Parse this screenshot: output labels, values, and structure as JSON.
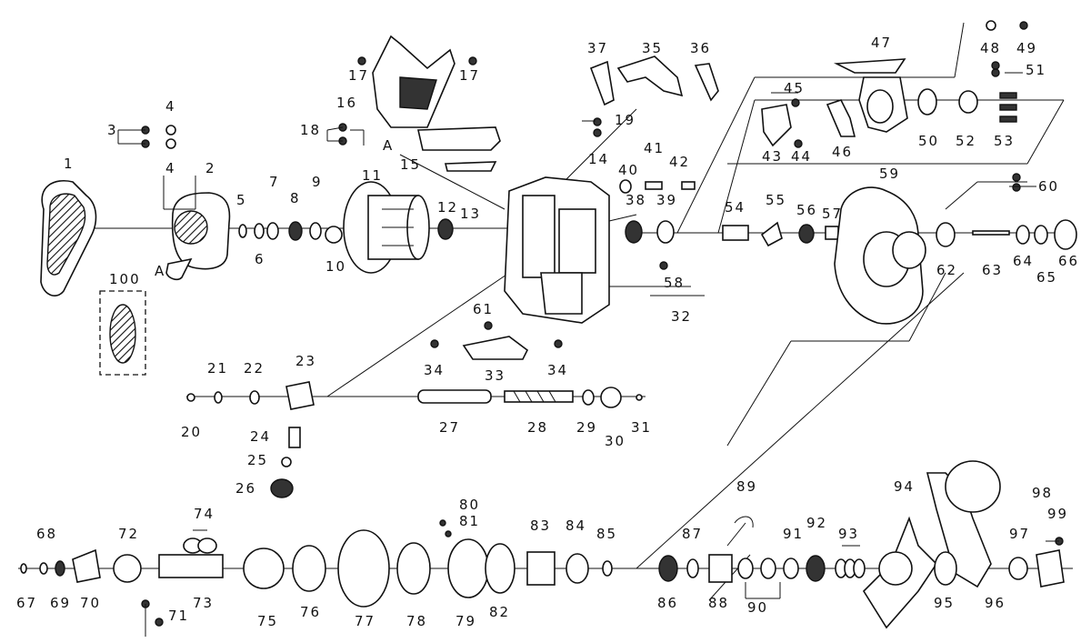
{
  "diagram": {
    "callouts": [
      {
        "id": "c1",
        "text": "1"
      },
      {
        "id": "c2",
        "text": "2"
      },
      {
        "id": "c3",
        "text": "3"
      },
      {
        "id": "c4a",
        "text": "4"
      },
      {
        "id": "c4b",
        "text": "4"
      },
      {
        "id": "c5",
        "text": "5"
      },
      {
        "id": "c6",
        "text": "6"
      },
      {
        "id": "c7",
        "text": "7"
      },
      {
        "id": "c8",
        "text": "8"
      },
      {
        "id": "c9",
        "text": "9"
      },
      {
        "id": "c10",
        "text": "10"
      },
      {
        "id": "c11",
        "text": "11"
      },
      {
        "id": "c12",
        "text": "12"
      },
      {
        "id": "c13",
        "text": "13"
      },
      {
        "id": "c14",
        "text": "14"
      },
      {
        "id": "c15",
        "text": "15"
      },
      {
        "id": "c16",
        "text": "16"
      },
      {
        "id": "c17a",
        "text": "17"
      },
      {
        "id": "c17b",
        "text": "17"
      },
      {
        "id": "c18",
        "text": "18"
      },
      {
        "id": "c19",
        "text": "19"
      },
      {
        "id": "c20",
        "text": "20"
      },
      {
        "id": "c21",
        "text": "21"
      },
      {
        "id": "c22",
        "text": "22"
      },
      {
        "id": "c23",
        "text": "23"
      },
      {
        "id": "c24",
        "text": "24"
      },
      {
        "id": "c25",
        "text": "25"
      },
      {
        "id": "c26",
        "text": "26"
      },
      {
        "id": "c27",
        "text": "27"
      },
      {
        "id": "c28",
        "text": "28"
      },
      {
        "id": "c29",
        "text": "29"
      },
      {
        "id": "c30",
        "text": "30"
      },
      {
        "id": "c31",
        "text": "31"
      },
      {
        "id": "c32",
        "text": "32"
      },
      {
        "id": "c33",
        "text": "33"
      },
      {
        "id": "c34a",
        "text": "34"
      },
      {
        "id": "c34b",
        "text": "34"
      },
      {
        "id": "c35",
        "text": "35"
      },
      {
        "id": "c36",
        "text": "36"
      },
      {
        "id": "c37",
        "text": "37"
      },
      {
        "id": "c38",
        "text": "38"
      },
      {
        "id": "c39",
        "text": "39"
      },
      {
        "id": "c40",
        "text": "40"
      },
      {
        "id": "c41",
        "text": "41"
      },
      {
        "id": "c42",
        "text": "42"
      },
      {
        "id": "c43",
        "text": "43"
      },
      {
        "id": "c44",
        "text": "44"
      },
      {
        "id": "c45",
        "text": "45"
      },
      {
        "id": "c46",
        "text": "46"
      },
      {
        "id": "c47",
        "text": "47"
      },
      {
        "id": "c48",
        "text": "48"
      },
      {
        "id": "c49",
        "text": "49"
      },
      {
        "id": "c50",
        "text": "50"
      },
      {
        "id": "c51",
        "text": "51"
      },
      {
        "id": "c52",
        "text": "52"
      },
      {
        "id": "c53",
        "text": "53"
      },
      {
        "id": "c54",
        "text": "54"
      },
      {
        "id": "c55",
        "text": "55"
      },
      {
        "id": "c56",
        "text": "56"
      },
      {
        "id": "c57",
        "text": "57"
      },
      {
        "id": "c58",
        "text": "58"
      },
      {
        "id": "c59",
        "text": "59"
      },
      {
        "id": "c60",
        "text": "60"
      },
      {
        "id": "c61",
        "text": "61"
      },
      {
        "id": "c62",
        "text": "62"
      },
      {
        "id": "c63",
        "text": "63"
      },
      {
        "id": "c64",
        "text": "64"
      },
      {
        "id": "c65",
        "text": "65"
      },
      {
        "id": "c66",
        "text": "66"
      },
      {
        "id": "c67",
        "text": "67"
      },
      {
        "id": "c68",
        "text": "68"
      },
      {
        "id": "c69",
        "text": "69"
      },
      {
        "id": "c70",
        "text": "70"
      },
      {
        "id": "c71",
        "text": "71"
      },
      {
        "id": "c72",
        "text": "72"
      },
      {
        "id": "c73",
        "text": "73"
      },
      {
        "id": "c74",
        "text": "74"
      },
      {
        "id": "c75",
        "text": "75"
      },
      {
        "id": "c76",
        "text": "76"
      },
      {
        "id": "c77",
        "text": "77"
      },
      {
        "id": "c78",
        "text": "78"
      },
      {
        "id": "c79",
        "text": "79"
      },
      {
        "id": "c80",
        "text": "80"
      },
      {
        "id": "c81",
        "text": "81"
      },
      {
        "id": "c82",
        "text": "82"
      },
      {
        "id": "c83",
        "text": "83"
      },
      {
        "id": "c84",
        "text": "84"
      },
      {
        "id": "c85",
        "text": "85"
      },
      {
        "id": "c86",
        "text": "86"
      },
      {
        "id": "c87",
        "text": "87"
      },
      {
        "id": "c88",
        "text": "88"
      },
      {
        "id": "c89",
        "text": "89"
      },
      {
        "id": "c90",
        "text": "90"
      },
      {
        "id": "c91",
        "text": "91"
      },
      {
        "id": "c92",
        "text": "92"
      },
      {
        "id": "c93",
        "text": "93"
      },
      {
        "id": "c94",
        "text": "94"
      },
      {
        "id": "c95",
        "text": "95"
      },
      {
        "id": "c96",
        "text": "96"
      },
      {
        "id": "c97",
        "text": "97"
      },
      {
        "id": "c98",
        "text": "98"
      },
      {
        "id": "c99",
        "text": "99"
      },
      {
        "id": "c100",
        "text": "100"
      }
    ],
    "reference_marks": {
      "a_top": "A",
      "a_left": "A"
    },
    "colors": {
      "ink": "#111111",
      "paper": "#ffffff"
    }
  }
}
